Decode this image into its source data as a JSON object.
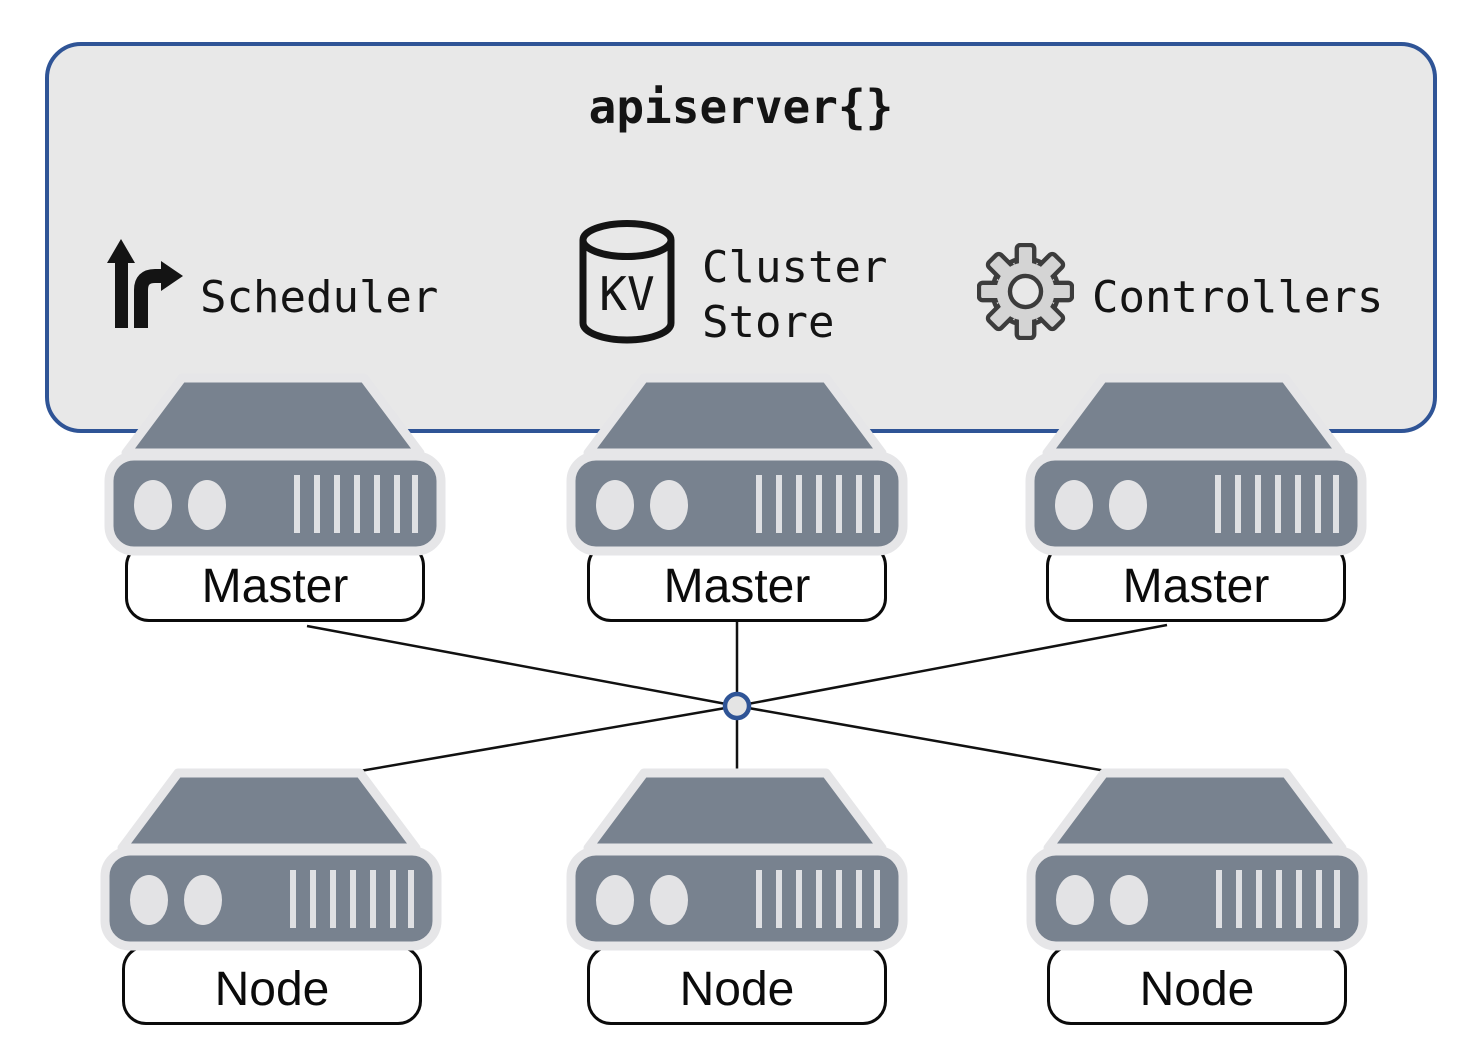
{
  "title": "apiserver{}",
  "apiserver": {
    "scheduler_label": "Scheduler",
    "cluster_store": {
      "icon_text": "KV",
      "line1": "Cluster",
      "line2": "Store"
    },
    "controllers_label": "Controllers"
  },
  "master_labels": [
    "Master",
    "Master",
    "Master"
  ],
  "node_labels": [
    "Node",
    "Node",
    "Node"
  ],
  "icons": {
    "scheduler": "turn-arrows-icon",
    "cluster_store": "database-cylinder-icon",
    "controllers": "gear-icon",
    "machines": "server-icon",
    "center": "hub-connector"
  },
  "colors": {
    "box_fill": "#e8e8e8",
    "box_border": "#2f5496",
    "server_body": "#78828f",
    "server_outline": "#e6e6e8",
    "bracket_border": "#0b0b0b",
    "connector_line": "#111111",
    "hub_fill": "#e4e4e4",
    "hub_border": "#2f5496",
    "gear_fill": "#d4d4d4",
    "icon_black": "#141414"
  }
}
